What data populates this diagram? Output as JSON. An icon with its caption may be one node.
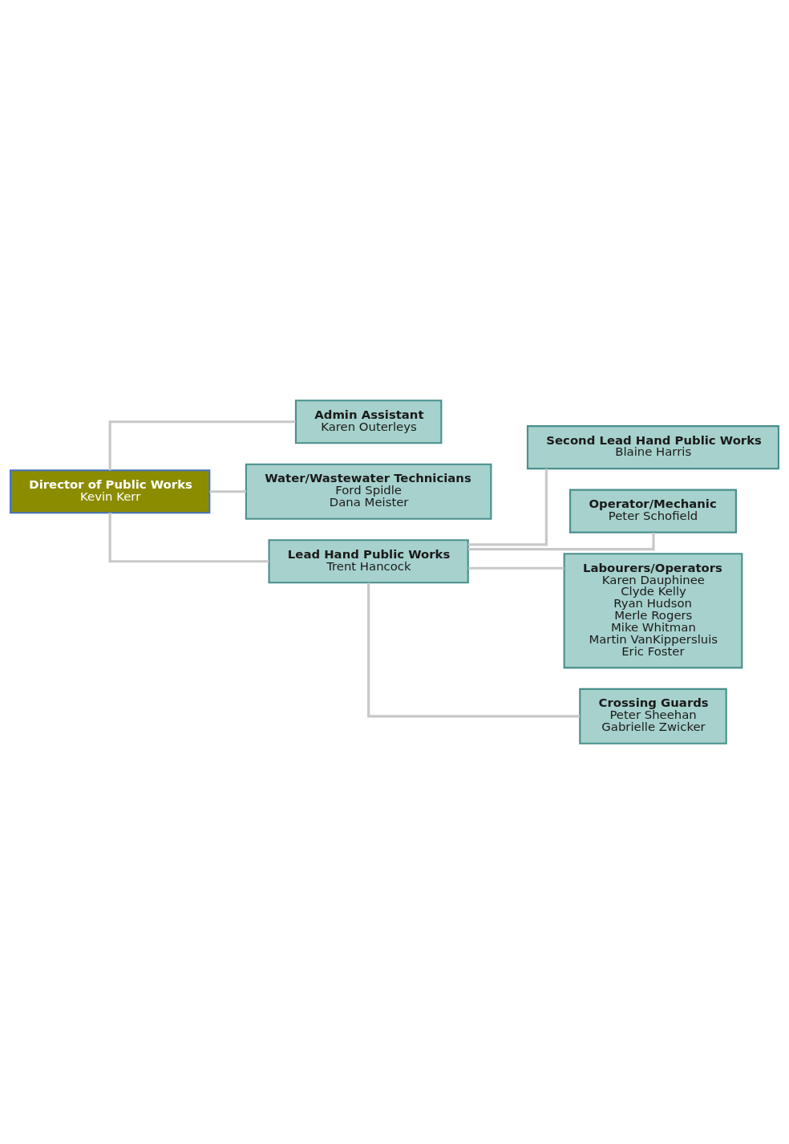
{
  "diagram": {
    "nodes": [
      {
        "text": [
          "Director of Public Works",
          "Kevin Kerr"
        ]
      },
      {
        "text": [
          "Admin Assistant",
          "Karen Outerleys"
        ]
      },
      {
        "text": [
          "Water/Wastewater Technicians",
          "Ford Spidle",
          "Dana Meister"
        ]
      },
      {
        "text": [
          "Lead Hand Public Works",
          "Trent Hancock"
        ]
      },
      {
        "text": [
          "Second Lead Hand Public Works",
          "Blaine Harris"
        ]
      },
      {
        "text": [
          "Operator/Mechanic",
          "Peter Schofield"
        ]
      },
      {
        "text": [
          "Labourers/Operators",
          "Karen Dauphinee",
          "Clyde Kelly",
          "Ryan Hudson",
          "Merle Rogers",
          "Mike Whitman",
          "Martin VanKippersluis",
          "Eric Foster"
        ]
      },
      {
        "text": [
          "Crossing Guards",
          "Peter Sheehan",
          "Gabrielle Zwicker"
        ]
      }
    ],
    "edges": [
      {
        "from": 0,
        "to": 1,
        "arrow": "none"
      },
      {
        "from": 0,
        "to": 2,
        "arrow": "none"
      },
      {
        "from": 0,
        "to": 3,
        "arrow": "none"
      },
      {
        "from": 3,
        "to": 4,
        "arrow": "none"
      },
      {
        "from": 3,
        "to": 5,
        "arrow": "none"
      },
      {
        "from": 3,
        "to": 6,
        "arrow": "none"
      },
      {
        "from": 3,
        "to": 7,
        "arrow": "none"
      }
    ]
  }
}
